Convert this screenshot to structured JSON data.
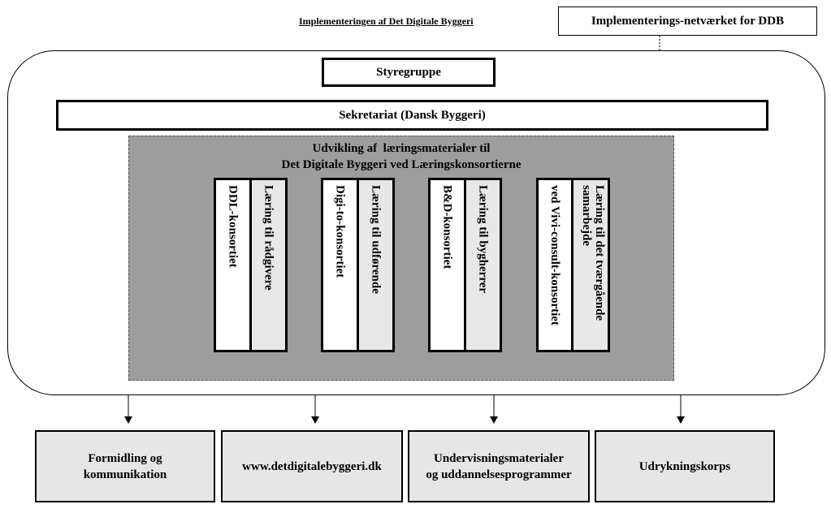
{
  "header": {
    "title": "Implementeringen af Det Digitale Byggeri",
    "network_box": "Implementerings-netværket for DDB"
  },
  "org": {
    "styregruppe": "Styregruppe",
    "sekretariat": "Sekretariat (Dansk Byggeri)",
    "panel_title_line1": "Udvikling af  læringsmaterialer til",
    "panel_title_line2": "Det Digitale Byggeri ved Læringskonsortierne",
    "consortia": [
      {
        "name": "DDL-konsortiet",
        "learning": "Læring til rådgivere"
      },
      {
        "name": "Digi-to-konsortiet",
        "learning": "Læring til udførende"
      },
      {
        "name": "B&D-konsortiet",
        "learning": "Læring til bygherrer"
      },
      {
        "name": "ved Vivi-consult-konsortiet",
        "learning": "Læring til det tværgående samarbejde"
      }
    ]
  },
  "outputs": [
    {
      "line1": "Formidling og",
      "line2": "kommunikation"
    },
    {
      "line1": "www.detdigitalebyggeri.dk",
      "line2": ""
    },
    {
      "line1": "Undervisningsmaterialer",
      "line2": "og uddannelsesprogrammer"
    },
    {
      "line1": "Udrykningskorps",
      "line2": ""
    }
  ],
  "colors": {
    "panel": "#9d9d9d",
    "light_column": "#e8e8e8",
    "output_box": "#e6e6e6"
  }
}
